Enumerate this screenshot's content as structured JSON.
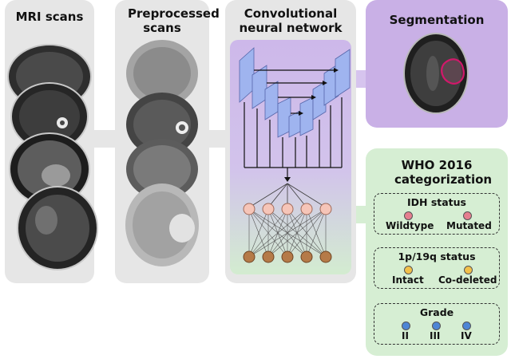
{
  "panels": {
    "mri": {
      "title": "MRI scans"
    },
    "preprocessed": {
      "title": "Preprocessed scans"
    },
    "cnn": {
      "title": "Convolutional neural network"
    },
    "segmentation": {
      "title": "Segmentation"
    }
  },
  "who": {
    "title": "WHO 2016 categorization",
    "groups": [
      {
        "title": "IDH status",
        "options": [
          {
            "label": "Wildtype",
            "color": "#e57f8f"
          },
          {
            "label": "Mutated",
            "color": "#e57f8f"
          }
        ]
      },
      {
        "title": "1p/19q status",
        "options": [
          {
            "label": "Intact",
            "color": "#f2c04a"
          },
          {
            "label": "Co-deleted",
            "color": "#f2c04a"
          }
        ]
      },
      {
        "title": "Grade",
        "options": [
          {
            "label": "II",
            "color": "#4e86d6"
          },
          {
            "label": "III",
            "color": "#4e86d6"
          },
          {
            "label": "IV",
            "color": "#4e86d6"
          }
        ]
      }
    ]
  },
  "colors": {
    "panel_gray": "#e6e6e6",
    "cnn_purple": "#cdb8ea",
    "cnn_green": "#d3ecd0",
    "segmentation_bg": "#c9b0e6",
    "who_bg": "#d6eed3",
    "unet_block": "#9fb4ef",
    "node_input": "#f6c5b8",
    "node_output": "#b57a48",
    "tumor_outline": "#d1186a"
  }
}
